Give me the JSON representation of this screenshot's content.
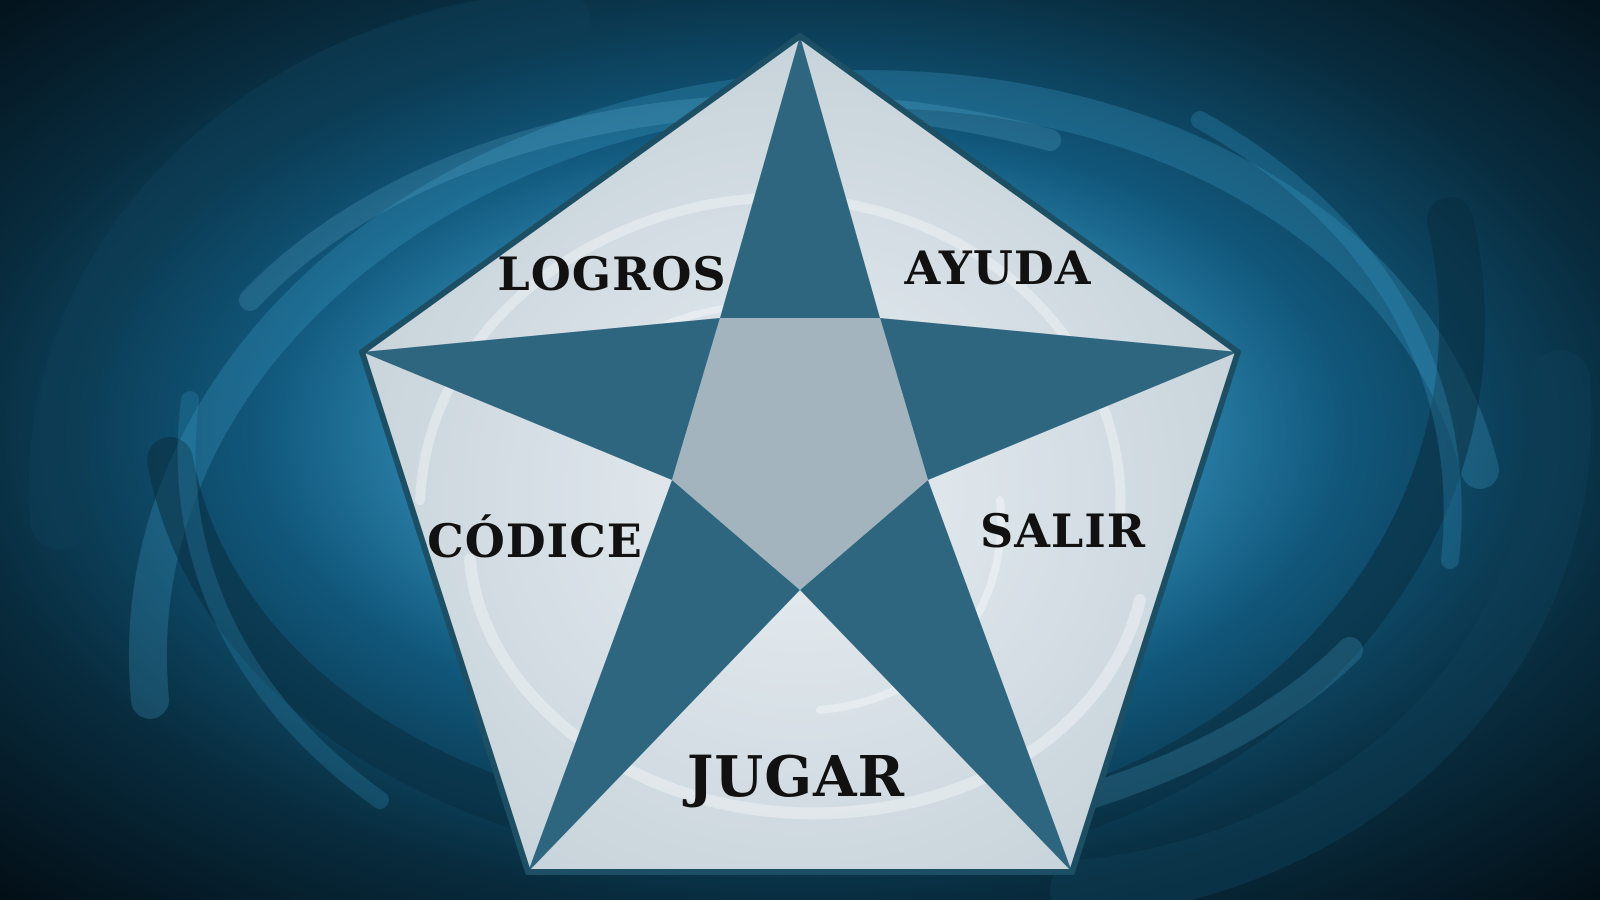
{
  "menu": {
    "items": [
      {
        "id": "logros",
        "label": "LOGROS"
      },
      {
        "id": "ayuda",
        "label": "AYUDA"
      },
      {
        "id": "codice",
        "label": "CÓDICE"
      },
      {
        "id": "salir",
        "label": "SALIR"
      },
      {
        "id": "jugar",
        "label": "JUGAR"
      }
    ]
  },
  "colors": {
    "background_dark": "#03121a",
    "background_swirl": "#1a7aa8",
    "pentagon_fill": "#d4dde3",
    "star_fill": "#2e6680",
    "star_center": "#a3b4bf",
    "outline": "#1d4f64",
    "label_text": "#111111"
  }
}
